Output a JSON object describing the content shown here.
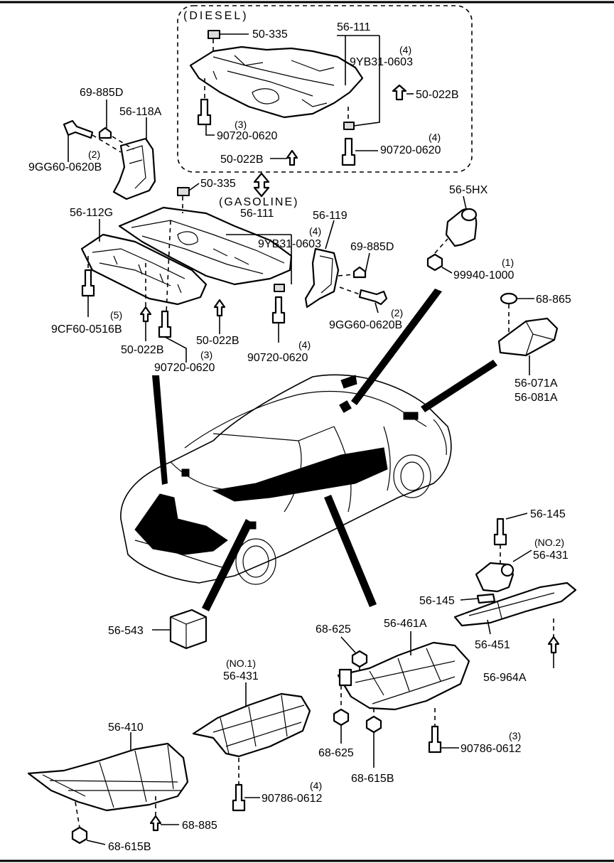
{
  "labels": {
    "diesel_box_title": "(DIESEL)",
    "gasoline_title": "(GASOLINE)",
    "d_50_335": "50-335",
    "d_56_111": "56-111",
    "d_qty4a": "(4)",
    "d_9yb31": "9YB31-0603",
    "d_50_022b_r": "50-022B",
    "d_qty3": "(3)",
    "d_90720_l": "90720-0620",
    "d_50_022b_b": "50-022B",
    "d_qty4b": "(4)",
    "d_90720_r": "90720-0620",
    "l_69_885d": "69-885D",
    "l_56_118a": "56-118A",
    "l_qty2": "(2)",
    "l_9gg60": "9GG60-0620B",
    "g_50_335": "50-335",
    "g_56_112g": "56-112G",
    "g_56_111": "56-111",
    "g_qty4a": "(4)",
    "g_9yb31": "9YB31-0603",
    "g_56_119": "56-119",
    "g_69_885d": "69-885D",
    "g_qty2": "(2)",
    "g_9gg60": "9GG60-0620B",
    "g_qty5": "(5)",
    "g_9cf60": "9CF60-0516B",
    "g_50_022b_m": "50-022B",
    "g_50_022b_l": "50-022B",
    "g_qty3": "(3)",
    "g_90720_l": "90720-0620",
    "g_qty4b": "(4)",
    "g_90720_r": "90720-0620",
    "r_56_5hx": "56-5HX",
    "r_qty1": "(1)",
    "r_99940": "99940-1000",
    "r_68_865": "68-865",
    "r_56_071a": "56-071A",
    "r_56_081a": "56-081A",
    "b_56_145_top": "56-145",
    "b_no2": "(NO.2)",
    "b_56_431_r": "56-431",
    "b_56_145_mid": "56-145",
    "b_56_451": "56-451",
    "b_56_964a": "56-964A",
    "b_56_543": "56-543",
    "b_68_625_t": "68-625",
    "b_56_461a": "56-461A",
    "b_68_625_b": "68-625",
    "b_68_615b_m": "68-615B",
    "b_qty3": "(3)",
    "b_90786_r": "90786-0612",
    "b_no1": "(NO.1)",
    "b_56_431_c": "56-431",
    "b_56_410": "56-410",
    "b_qty4": "(4)",
    "b_90786_c": "90786-0612",
    "b_68_885": "68-885",
    "b_68_615b_l": "68-615B"
  }
}
